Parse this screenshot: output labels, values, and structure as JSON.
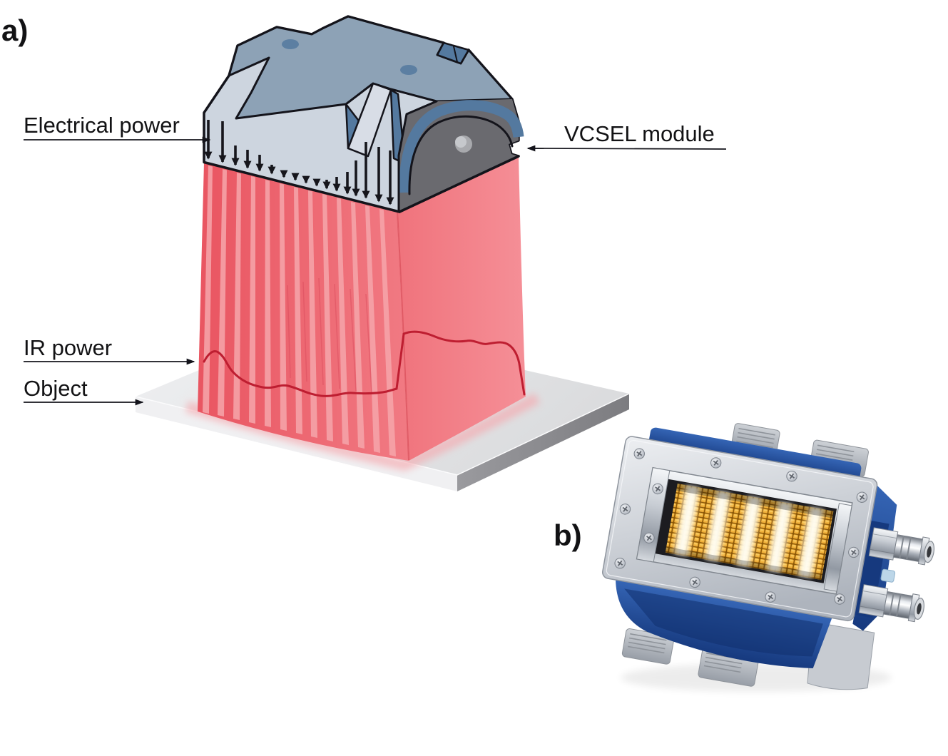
{
  "figure": {
    "panel_a": {
      "label": "a)",
      "annotations": {
        "electrical_power": "Electrical power",
        "vcsel_module": "VCSEL module",
        "ir_power": "IR power",
        "object": "Object"
      }
    },
    "panel_b": {
      "label": "b)"
    }
  },
  "icons": {
    "electrical_power_arrows": "down-arrows",
    "leader_pointers": "arrowhead"
  },
  "colors": {
    "module_top": "#8DA2B6",
    "module_accent": "#54799F",
    "module_light": "#CDD5DF",
    "module_light2": "#D8DDE6",
    "module_dark": "#6A6A6F",
    "beam_red": "#EE6470",
    "beam_stripe": "#F6A6AB",
    "ir_curve": "#BE1E31",
    "outline": "#14141B",
    "text": "#121214",
    "plate_front": "#F0F0F2",
    "device_blue": "#2A55A2",
    "device_blue_dark": "#16397E",
    "gold": "#F2B13A",
    "gold_deep": "#C97F10",
    "glow": "#FFF8E2"
  }
}
